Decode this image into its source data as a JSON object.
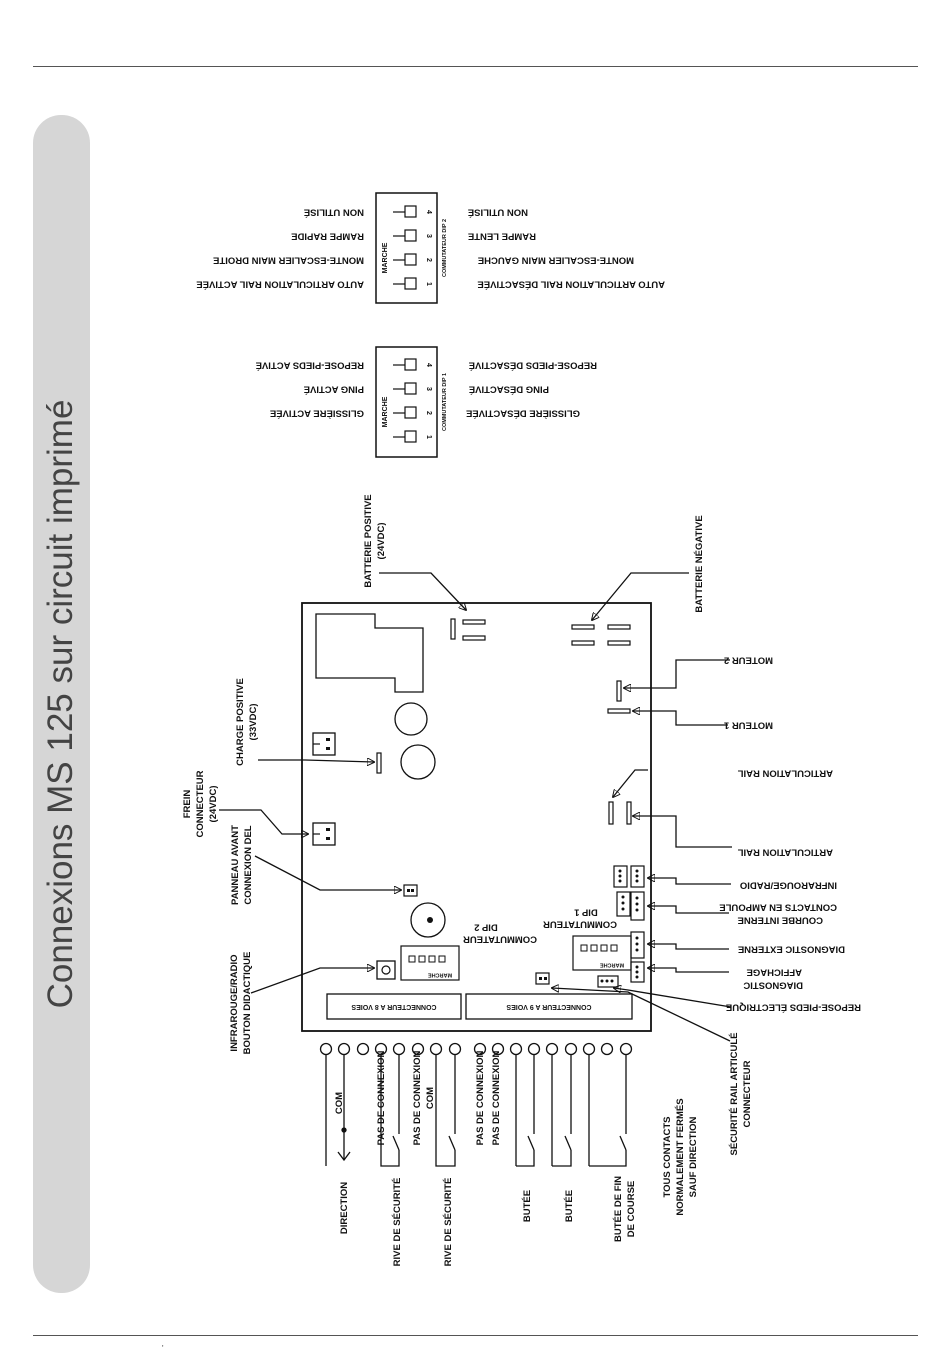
{
  "sidebar": {
    "title": "Connexions MS 125 sur circuit imprimé"
  },
  "footer": {
    "mark": "'"
  },
  "dip2": {
    "marche": "MARCHE",
    "commutateur": "COMMUTATEUR DIP 2",
    "numbers": [
      "1",
      "2",
      "3",
      "4"
    ],
    "left_labels": [
      "AUTO ARTICULATION RAIL ACTIVÉE",
      "MONTE-ESCALIER MAIN DROITE",
      "RAMPE RAPIDE",
      "NON UTILISÉ"
    ],
    "right_labels": [
      "AUTO ARTICULATION RAIL DÉSACTIVÉE",
      "MONTE-ESCALIER MAIN GAUCHE",
      "RAMPE LENTE",
      "NON UTILISÉ"
    ]
  },
  "dip1": {
    "marche": "MARCHE",
    "commutateur": "COMMUTATEUR DIP 1",
    "numbers": [
      "1",
      "2",
      "3",
      "4"
    ],
    "left_labels": [
      "GLISSIÈRE ACTIVÉE",
      "PING ACTIVÉ",
      "REPOSE-PIEDS ACTIVÉ"
    ],
    "right_labels": [
      "GLISSIÈRE DÉSACTIVÉE",
      "PING DÉSACTIVÉ",
      "REPOSE-PIEDS DÉSACTIVÉ"
    ]
  },
  "board": {
    "top_left": [
      "BATTERIE POSITIVE",
      "(24VDC)"
    ],
    "battery_negative": "BATTERIE NÉGATIVE",
    "moteur2": "MOTEUR 2",
    "moteur1": "MOTEUR 1",
    "articulation_rail_1": "ARTICULATION RAIL",
    "articulation_rail_2": "ARTICULATION RAIL",
    "infrarouge_radio": "INFRAROUGE/RADIO",
    "contacts_ampoule": [
      "CONTACTS EN AMPOULE",
      "COURBE INTERNE"
    ],
    "diagnostic_externe": "DIAGNOSTIC EXTERNE",
    "diagnostic_affichage": [
      "AFFICHAGE",
      "DIAGNOSTIC"
    ],
    "repose_pieds_electrique": "REPOSE-PIEDS ÉLECTRIQUE",
    "securite_rail": [
      "SÉCURITÉ RAIL ARTICULÉ",
      "CONNECTEUR"
    ],
    "charge_positive": [
      "CHARGE POSITIVE",
      "(33VDC)"
    ],
    "frein": [
      "FREIN",
      "CONNECTEUR",
      "(24VDC)"
    ],
    "panneau_avant": [
      "PANNEAU AVANT",
      "CONNEXION DEL"
    ],
    "infrarouge_bouton": [
      "INFRAROUGE/RADIO",
      "BOUTON DIDACTIQUE"
    ],
    "dip2_onboard": [
      "COMMUTATEUR",
      "DIP 2"
    ],
    "dip1_onboard": [
      "COMMUTATEUR",
      "DIP 1"
    ],
    "marche_small": "MARCHE",
    "connector8": "CONNECTEUR A 8 VOIES",
    "connector9": "CONNECTEUR A 9 VOIES"
  },
  "wiring": {
    "com": "COM",
    "pas1": "PAS DE CONNEXION",
    "pas2": [
      "PAS DE CONNEXION",
      "COM"
    ],
    "pas3": [
      "PAS DE CONNEXION",
      "PAS DE CONNEXION"
    ],
    "direction": "DIRECTION",
    "rive1": "RIVE DE SÉCURITÉ",
    "rive2": "RIVE DE SÉCURITÉ",
    "butee1": "BUTÉE",
    "butee2": "BUTÉE",
    "butee_fin": [
      "BUTÉE DE FIN",
      "DE COURSE"
    ],
    "tous_contacts": [
      "TOUS CONTACTS",
      "NORMALEMENT FERMÉS",
      "SAUF DIRECTION"
    ]
  }
}
